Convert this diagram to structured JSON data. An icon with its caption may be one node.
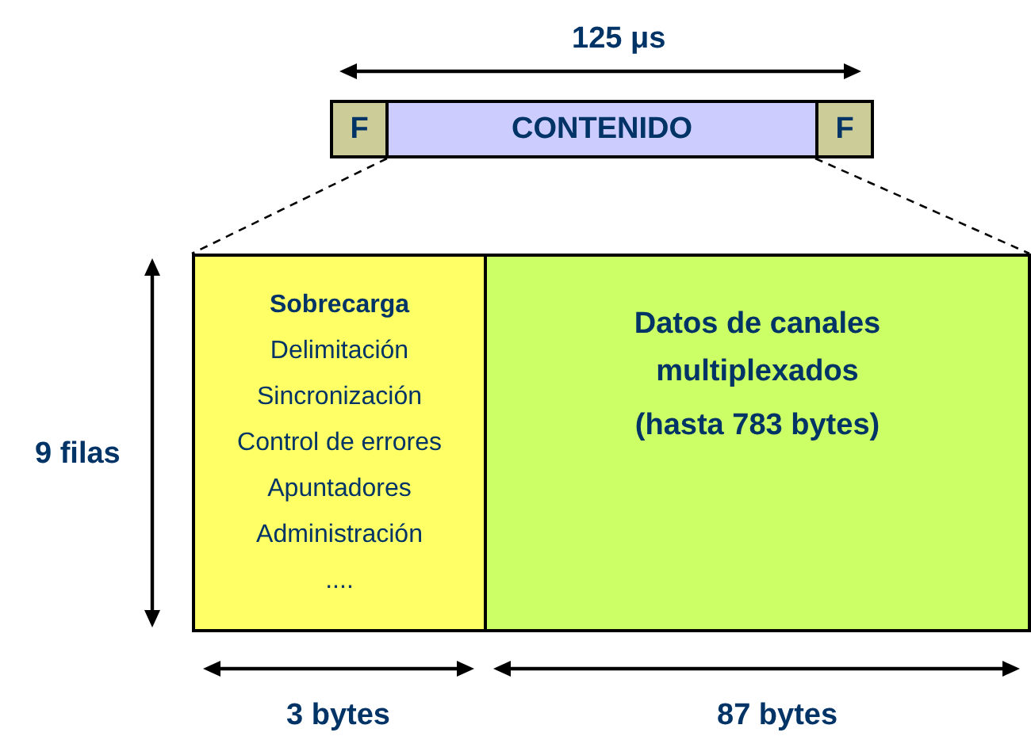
{
  "diagram": {
    "nodes": [
      {
        "text": [
          "F"
        ]
      },
      {
        "text": [
          "CONTENIDO"
        ]
      },
      {
        "text": [
          "F"
        ]
      },
      {
        "text": [
          "Sobrecarga",
          "Delimitación",
          "Sincronización",
          "Control de errores",
          "Apuntadores",
          "Administración",
          "...."
        ]
      },
      {
        "text": [
          "Datos de canales multiplexados",
          "(hasta 783 bytes)"
        ]
      }
    ],
    "edges": [
      {
        "from": 1,
        "to": 3,
        "arrow": "none",
        "style": "dashed"
      },
      {
        "from": 1,
        "to": 4,
        "arrow": "none",
        "style": "dashed"
      }
    ],
    "labels": [
      "125 μs",
      "9 filas",
      "3 bytes",
      "87 bytes"
    ]
  }
}
